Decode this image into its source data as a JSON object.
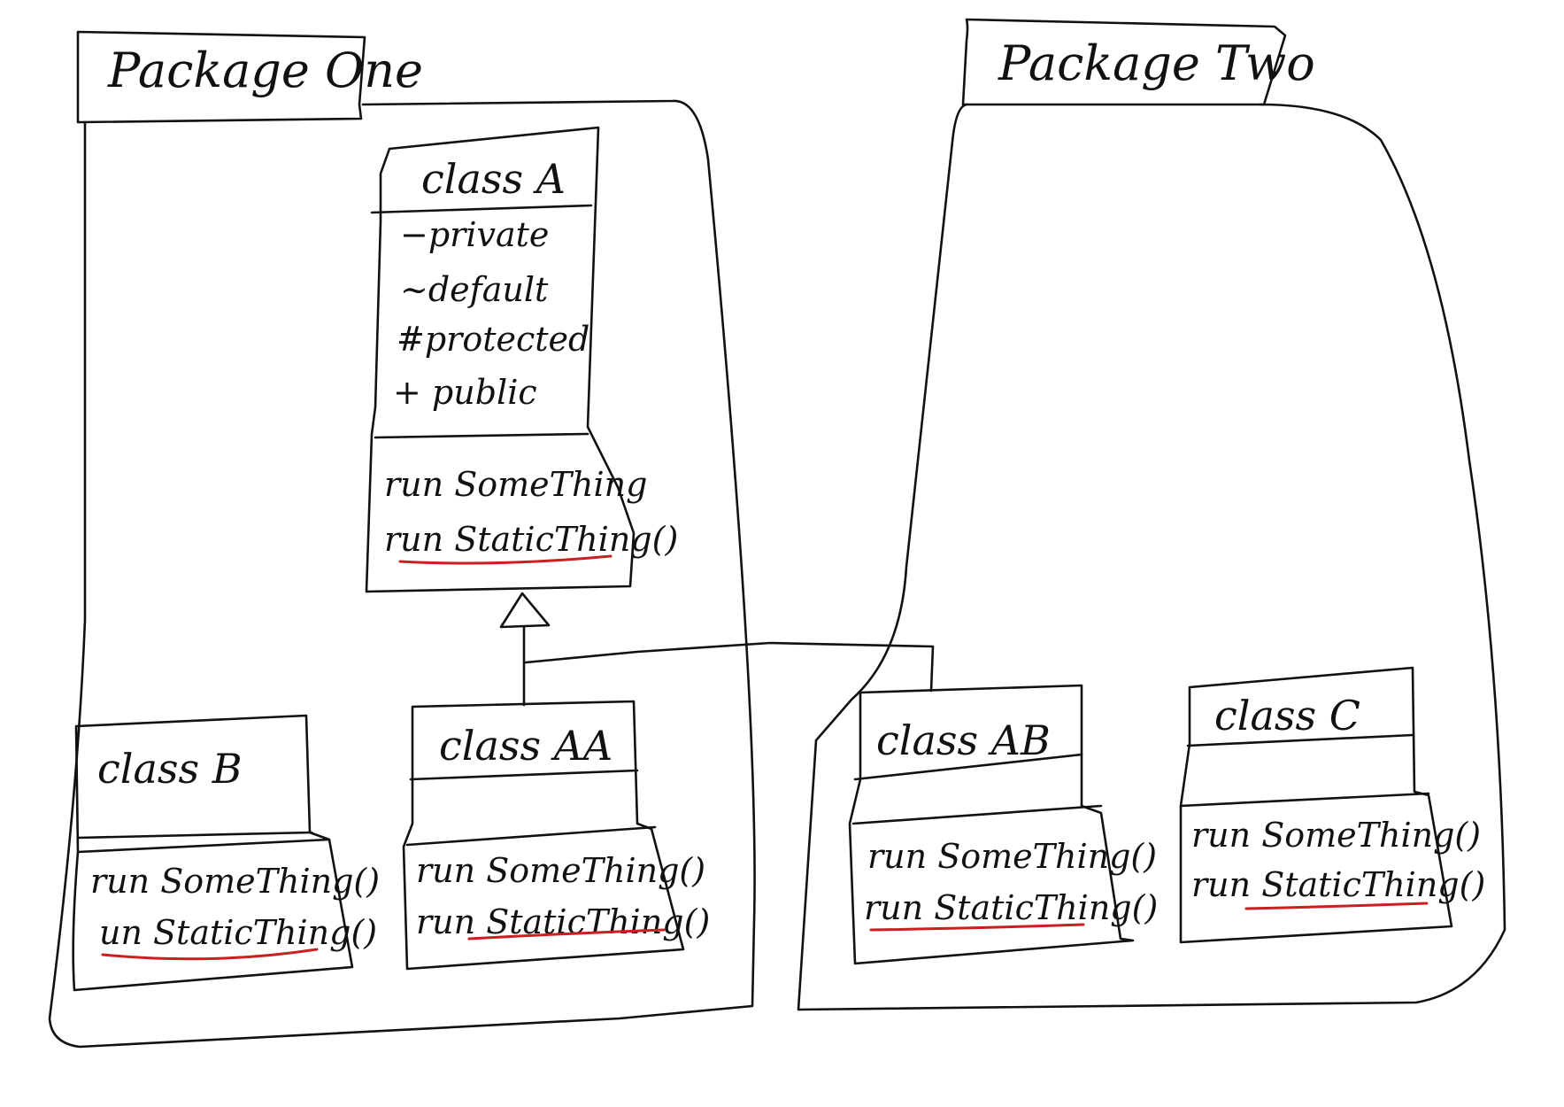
{
  "colors": {
    "ink": "#111111",
    "static_underline": "#cc1f1f",
    "background": "#ffffff"
  },
  "packages": {
    "one": {
      "title": "Package One"
    },
    "two": {
      "title": "Package Two"
    }
  },
  "classes": {
    "class_a": {
      "name": "class A",
      "attributes": [
        "−private",
        "~default",
        "#protected",
        "+ public"
      ],
      "methods": [
        "run SomeThing",
        "run StaticThing()"
      ],
      "static_methods": [
        "run StaticThing()"
      ]
    },
    "class_b": {
      "name": "class B",
      "methods": [
        "run SomeThing()",
        "un StaticThing()"
      ],
      "static_methods": [
        "un StaticThing()"
      ]
    },
    "class_aa": {
      "name": "class AA",
      "methods": [
        "run SomeThing()",
        "run StaticThing()"
      ],
      "static_methods": [
        "run StaticThing()"
      ]
    },
    "class_ab": {
      "name": "class AB",
      "methods": [
        "run SomeThing()",
        "run StaticThing()"
      ],
      "static_methods": [
        "run StaticThing()"
      ]
    },
    "class_c": {
      "name": "class C",
      "methods": [
        "run SomeThing()",
        "run StaticThing()"
      ],
      "static_methods": [
        "run StaticThing()"
      ]
    }
  },
  "relationships": [
    {
      "type": "inheritance",
      "from": "class AA",
      "to": "class A"
    },
    {
      "type": "inheritance",
      "from": "class AB",
      "to": "class A"
    }
  ]
}
